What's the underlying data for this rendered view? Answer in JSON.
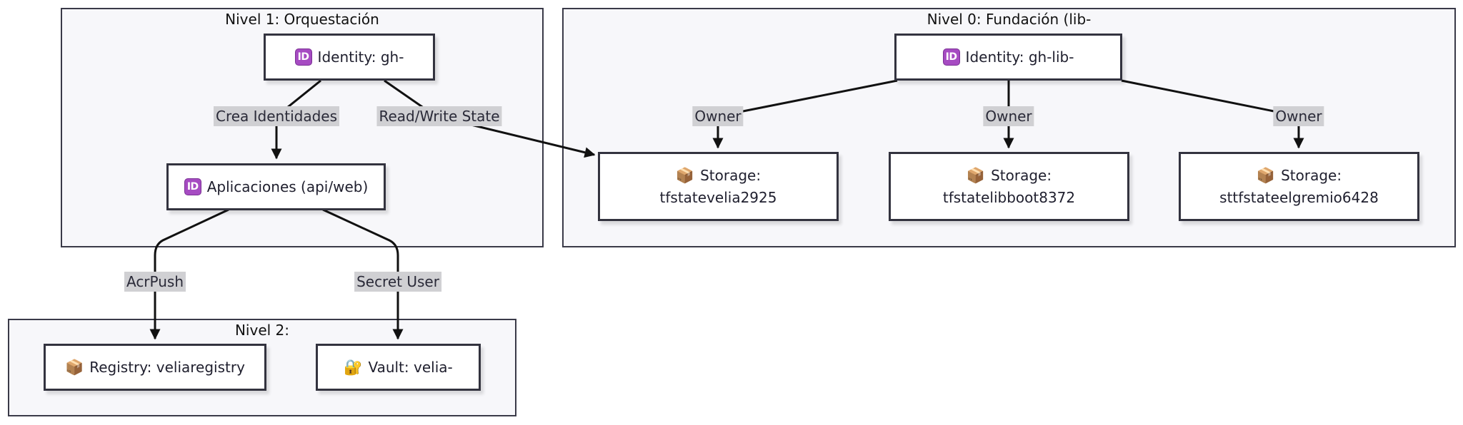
{
  "clusters": {
    "nivel1": {
      "title": "Nivel 1: Orquestación"
    },
    "nivel0": {
      "title": "Nivel 0: Fundación (lib-"
    },
    "nivel2": {
      "title": "Nivel 2:"
    }
  },
  "nodes": {
    "identity_gh": {
      "icon": "ID",
      "label": "Identity: gh-"
    },
    "aplicaciones": {
      "icon": "ID",
      "label": "Aplicaciones (api/web)"
    },
    "identity_gh_lib": {
      "icon": "ID",
      "label": "Identity: gh-lib-"
    },
    "storage_1": {
      "icon": "📦",
      "line1": "Storage:",
      "line2": "tfstatevelia2925"
    },
    "storage_2": {
      "icon": "📦",
      "line1": "Storage:",
      "line2": "tfstatelibboot8372"
    },
    "storage_3": {
      "icon": "📦",
      "line1": "Storage:",
      "line2": "sttfstateelgremio6428"
    },
    "registry": {
      "icon": "📦",
      "label": "Registry: veliaregistry"
    },
    "vault": {
      "icon": "🔐",
      "label": "Vault: velia-"
    }
  },
  "edges": {
    "crea_identidades": "Crea Identidades",
    "read_write_state": "Read/Write State",
    "owner_1": "Owner",
    "owner_2": "Owner",
    "owner_3": "Owner",
    "acr_push": "AcrPush",
    "secret_user": "Secret User"
  },
  "colors": {
    "cluster_fill": "#f7f7fa",
    "border": "#33333f",
    "label_bg": "#d0d0d3",
    "id_icon": "#a64bc2"
  }
}
